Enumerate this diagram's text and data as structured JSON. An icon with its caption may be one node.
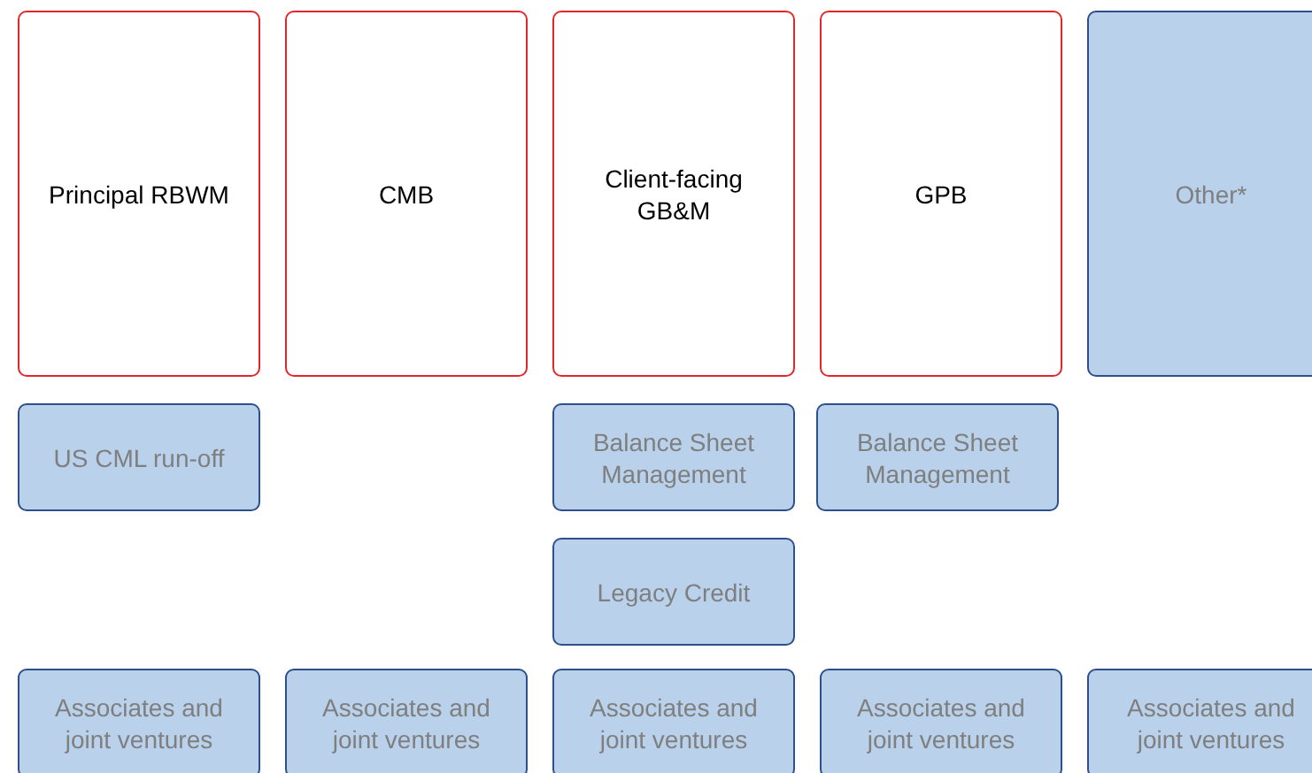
{
  "diagram": {
    "nodes": [
      {
        "text": [
          "Principal RBWM"
        ]
      },
      {
        "text": [
          "CMB"
        ]
      },
      {
        "text": [
          "Client-facing GB&M"
        ]
      },
      {
        "text": [
          "GPB"
        ]
      },
      {
        "text": [
          "Other*"
        ]
      },
      {
        "text": [
          "US CML run-off"
        ]
      },
      {
        "text": [
          "Balance Sheet Management"
        ]
      },
      {
        "text": [
          "Balance Sheet Management"
        ]
      },
      {
        "text": [
          "Legacy Credit"
        ]
      },
      {
        "text": [
          "Associates and joint ventures"
        ]
      },
      {
        "text": [
          "Associates and joint ventures"
        ]
      },
      {
        "text": [
          "Associates and joint ventures"
        ]
      },
      {
        "text": [
          "Associates and joint ventures"
        ]
      },
      {
        "text": [
          "Associates and joint ventures"
        ]
      }
    ]
  }
}
